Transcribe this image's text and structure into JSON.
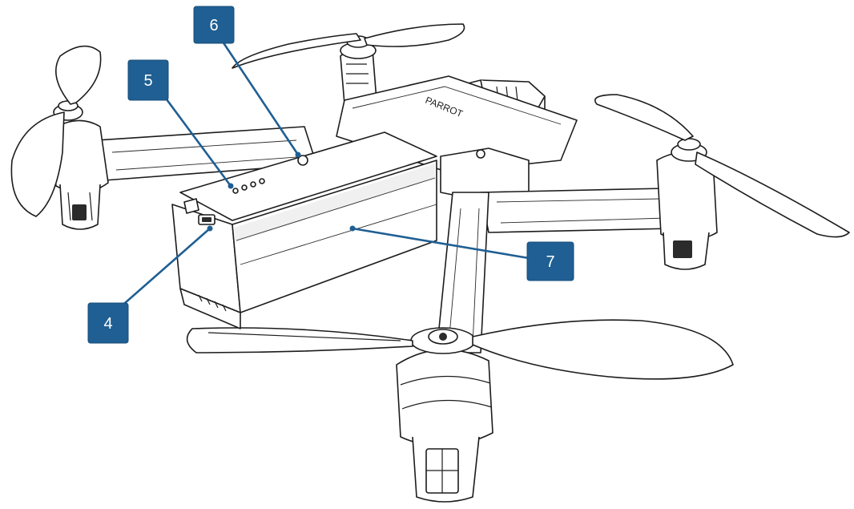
{
  "callouts": [
    {
      "id": "callout-4",
      "label": "4"
    },
    {
      "id": "callout-5",
      "label": "5"
    },
    {
      "id": "callout-6",
      "label": "6"
    },
    {
      "id": "callout-7",
      "label": "7"
    }
  ],
  "colors": {
    "callout_fill": "#1f5f93",
    "line_art": "#1c1c1c",
    "background": "#ffffff"
  },
  "drone": {
    "top_logo": "PARROT"
  }
}
